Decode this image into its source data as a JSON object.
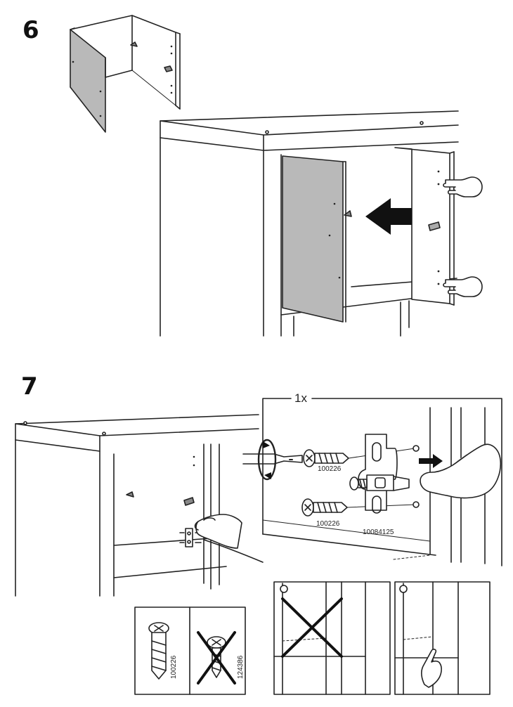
{
  "steps": {
    "six": "6",
    "seven": "7"
  },
  "step7": {
    "quantity": "1x",
    "screw_part_number": "100226",
    "hinge_part_number": "10084125",
    "box_screw_correct": "100226",
    "box_screw_wrong": "124386"
  },
  "icons": [
    "hand-pointer-icon",
    "push-arrow-icon",
    "screwdriver-rotate-icon",
    "screw-icon",
    "hinge-plate-icon",
    "wrong-cross-icon",
    "correct-finger-icon"
  ]
}
